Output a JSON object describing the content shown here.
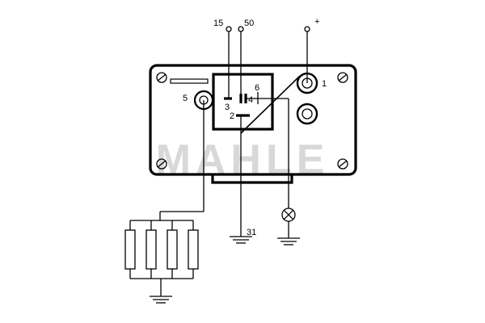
{
  "diagram": {
    "terminals": {
      "t15": "15",
      "t50": "50",
      "plus": "+",
      "t1": "1",
      "t5": "5",
      "t3": "3",
      "t4": "4",
      "t6": "6",
      "t2": "2",
      "t31": "31"
    },
    "watermark": "MAHLE"
  }
}
